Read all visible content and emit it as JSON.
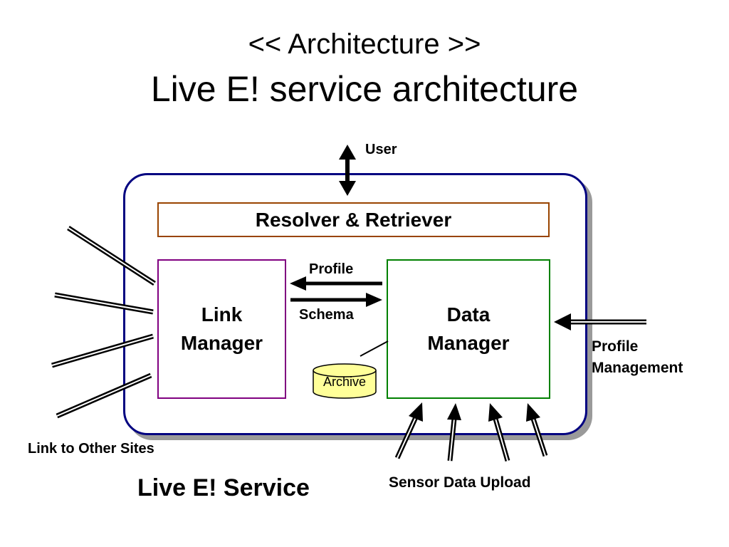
{
  "title": {
    "line1": "<< Architecture >>",
    "line2": "Live E! service architecture"
  },
  "labels": {
    "user": "User",
    "resolver": "Resolver & Retriever",
    "link_manager": "Link\nManager",
    "data_manager": "Data\nManager",
    "profile": "Profile",
    "schema": "Schema",
    "archive": "Archive",
    "profile_management": "Profile\nManagement",
    "link_to_other_sites": "Link to Other Sites",
    "sensor_data_upload": "Sensor Data Upload",
    "service_name": "Live E! Service"
  },
  "colors": {
    "service_border": "#000080",
    "resolver_border": "#994400",
    "link_manager_border": "#800080",
    "data_manager_border": "#008000",
    "archive_fill": "#ffff99"
  }
}
